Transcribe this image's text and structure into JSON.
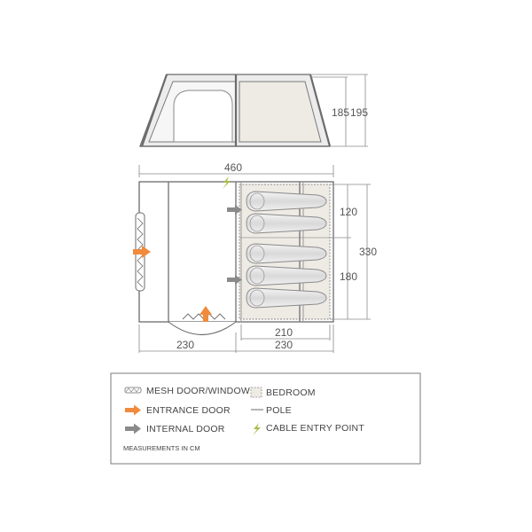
{
  "diagram": {
    "dimensions": {
      "height_bedroom": "185",
      "height_total": "195",
      "width_total": "460",
      "depth_bedroom_front": "120",
      "depth_bedroom_back": "180",
      "depth_total": "330",
      "width_living": "230",
      "width_bedroom_inner": "210",
      "width_bedroom_outer": "230"
    }
  },
  "legend": {
    "mesh_door_window": "MESH DOOR/WINDOW",
    "entrance_door": "ENTRANCE DOOR",
    "internal_door": "INTERNAL DOOR",
    "bedroom": "BEDROOM",
    "pole": "POLE",
    "cable_entry_point": "CABLE ENTRY POINT",
    "measurements_note": "MEASUREMENTS IN CM"
  },
  "colors": {
    "outline": "#6b6b6b",
    "entrance_arrow": "#f08a3c",
    "internal_arrow": "#8a8a8a",
    "bedroom_fill": "#eeeae4",
    "cable_icon": "#a9b94a"
  },
  "icons": {
    "mesh": "mesh-door-window-icon",
    "entrance": "entrance-door-arrow-icon",
    "internal": "internal-door-arrow-icon",
    "bedroom": "bedroom-swatch-icon",
    "pole": "pole-line-icon",
    "cable": "cable-entry-bolt-icon"
  }
}
